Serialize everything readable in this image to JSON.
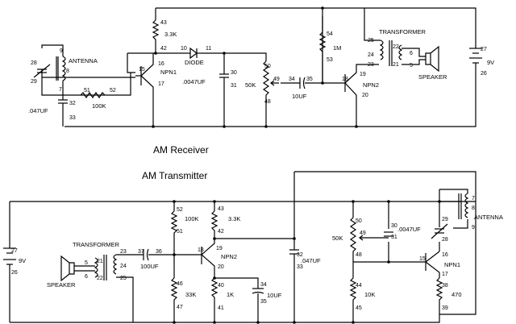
{
  "titles": {
    "receiver": "AM Receiver",
    "transmitter": "AM Transmitter"
  },
  "receiver": {
    "antenna": "ANTENNA",
    "diode": "DIODE",
    "transformer": "TRANSFORMER",
    "speaker": "SPEAKER",
    "npn1": "NPN1",
    "npn2": "NPN2",
    "r_3_3k": "3.3K",
    "r_100k": "100K",
    "pot_50k": "50K",
    "r_1m": "1M",
    "c_0047": ".0047UF",
    "c_047": ".047UF",
    "c_10uf": "10UF",
    "battery": "9V",
    "pins": {
      "p28": "28",
      "p29": "29",
      "p9": "9",
      "p8": "8",
      "p7": "7",
      "p51": "51",
      "p52": "52",
      "p32": "32",
      "p33": "33",
      "p43": "43",
      "p42": "42",
      "p16": "16",
      "p15": "15",
      "p17": "17",
      "p10": "10",
      "p11": "11",
      "p30": "30",
      "p31": "31",
      "p50": "50",
      "p49": "49",
      "p48": "48",
      "p34": "34",
      "p35": "35",
      "p54": "54",
      "p53": "53",
      "p19": "19",
      "p18": "18",
      "p20": "20",
      "p25": "25",
      "p24": "24",
      "p23": "23",
      "p22": "22",
      "p21": "21",
      "p6": "6",
      "p5": "5",
      "p27": "27",
      "p26": "26"
    }
  },
  "transmitter": {
    "transformer": "TRANSFORMER",
    "speaker": "SPEAKER",
    "antenna": "ANTENNA",
    "npn1": "NPN1",
    "npn2": "NPN2",
    "r_100k": "100K",
    "r_3_3k": "3.3K",
    "r_33k": "33K",
    "r_1k": "1K",
    "r_10k": "10K",
    "r_470": "470",
    "pot_50k": "50K",
    "c_100uf": "100UF",
    "c_10uf": "10UF",
    "c_047": ".047UF",
    "c_0047": ".0047UF",
    "battery": "9V",
    "pins": {
      "p27": "27",
      "p26": "26",
      "p5": "5",
      "p6": "6",
      "p21": "21",
      "p22": "22",
      "p23": "23",
      "p24": "24",
      "p25": "25",
      "p37": "37",
      "p36": "36",
      "p52": "52",
      "p51": "51",
      "p46": "46",
      "p47": "47",
      "p43": "43",
      "p42": "42",
      "p19": "19",
      "p18": "18",
      "p20": "20",
      "p40": "40",
      "p41": "41",
      "p34": "34",
      "p35": "35",
      "p32": "32",
      "p33": "33",
      "p50": "50",
      "p49": "49",
      "p48": "48",
      "p44": "44",
      "p45": "45",
      "p30": "30",
      "p31": "31",
      "p29": "29",
      "p28": "28",
      "p7": "7",
      "p8": "8",
      "p9": "9",
      "p15": "15",
      "p16": "16",
      "p17": "17",
      "p38": "38",
      "p39": "39"
    }
  }
}
